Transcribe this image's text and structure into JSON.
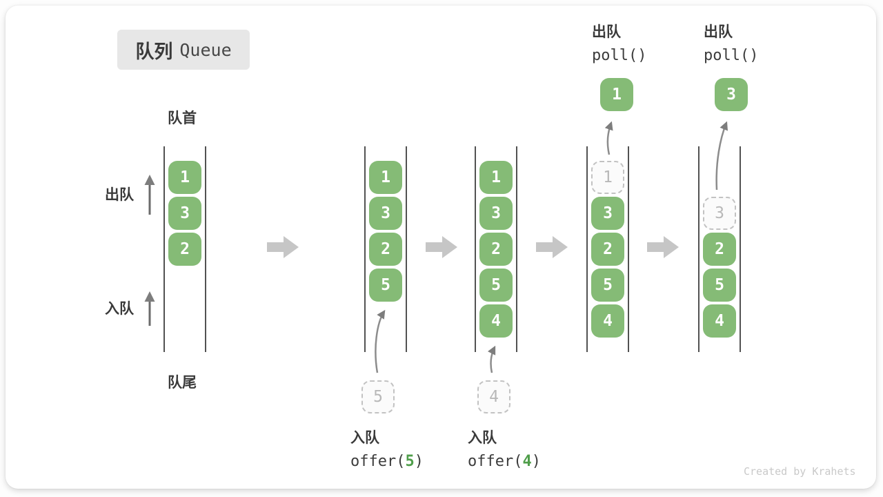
{
  "title": {
    "zh": "队列",
    "en": "Queue"
  },
  "labels": {
    "front": "队首",
    "rear": "队尾",
    "dequeue": "出队",
    "enqueue": "入队",
    "watermark": "Created by Krahets"
  },
  "states": [
    {
      "items": [
        "1",
        "3",
        "2"
      ]
    },
    {
      "items": [
        "1",
        "3",
        "2",
        "5"
      ],
      "incoming": "5"
    },
    {
      "items": [
        "1",
        "3",
        "2",
        "5",
        "4"
      ],
      "incoming": "4"
    },
    {
      "items": [
        "3",
        "2",
        "5",
        "4"
      ],
      "removed": "1",
      "result": "1"
    },
    {
      "items": [
        "2",
        "5",
        "4"
      ],
      "removed": "3",
      "result": "3"
    }
  ],
  "operations": {
    "offers": [
      {
        "zh": "入队",
        "code_pre": "offer(",
        "arg": "5",
        "code_post": ")"
      },
      {
        "zh": "入队",
        "code_pre": "offer(",
        "arg": "4",
        "code_post": ")"
      }
    ],
    "polls": [
      {
        "zh": "出队",
        "code": "poll()"
      },
      {
        "zh": "出队",
        "code": "poll()"
      }
    ]
  },
  "colors": {
    "item_green": "#85BB76",
    "arg_green": "#4F9E4A",
    "block_arrow_gray": "#C6C6C6",
    "badge_bg": "#E7E7E7"
  }
}
